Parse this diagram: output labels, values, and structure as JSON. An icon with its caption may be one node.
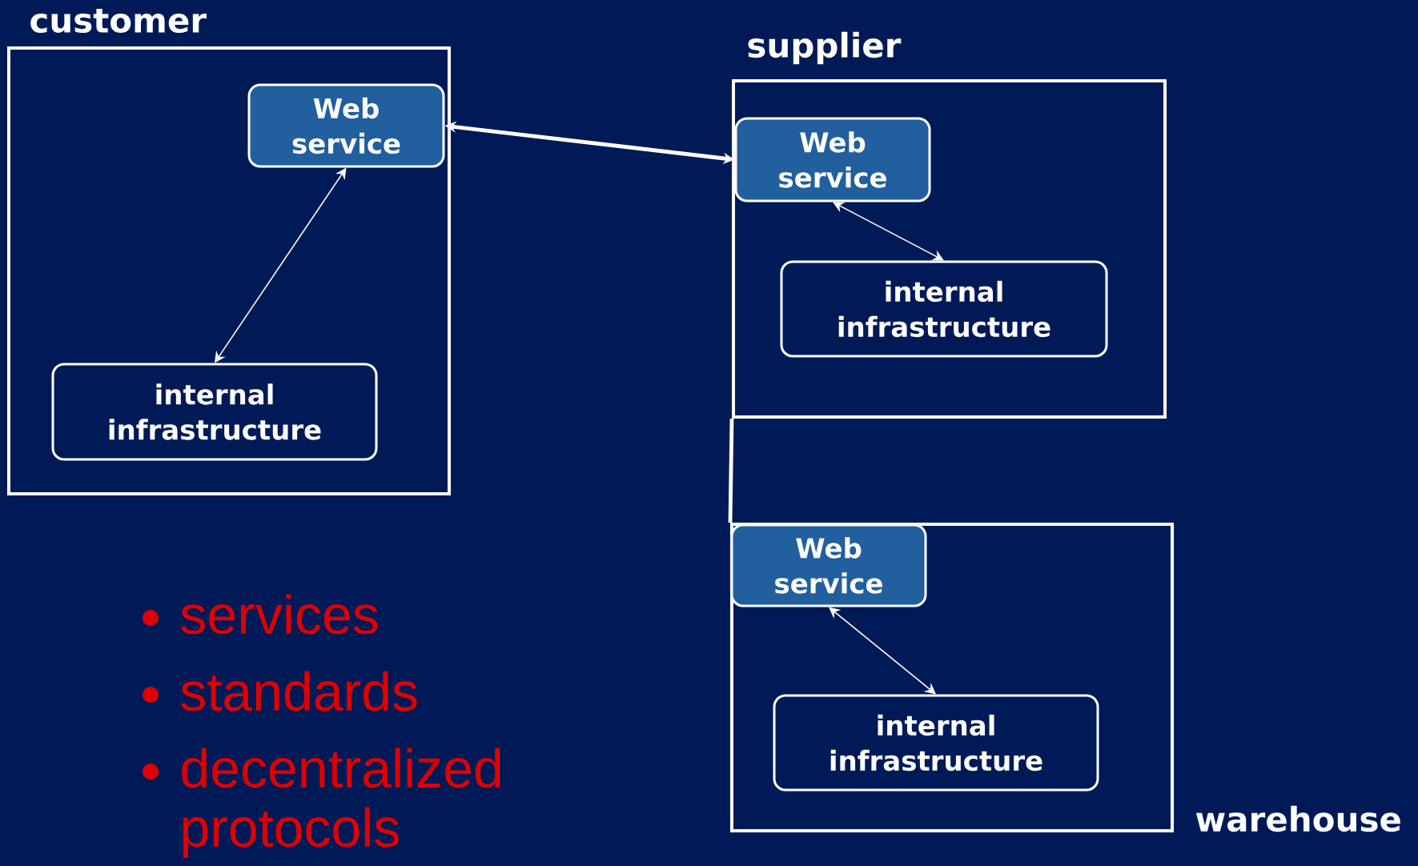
{
  "diagram": {
    "nodes": [
      {
        "text": [
          "customer"
        ]
      },
      {
        "text": [
          "Web service"
        ],
        "in": 0
      },
      {
        "text": [
          "internal infrastructure"
        ],
        "in": 0
      },
      {
        "text": [
          "supplier"
        ]
      },
      {
        "text": [
          "Web service"
        ],
        "in": 3
      },
      {
        "text": [
          "internal infrastructure"
        ],
        "in": 3
      },
      {
        "text": [
          "warehouse"
        ]
      },
      {
        "text": [
          "Web service"
        ],
        "in": 6
      },
      {
        "text": [
          "internal infrastructure"
        ],
        "in": 6
      }
    ],
    "edges": [
      {
        "from": 1,
        "to": 4,
        "arrow": "both",
        "style": "thick"
      },
      {
        "from": 1,
        "to": 2,
        "arrow": "both"
      },
      {
        "from": 4,
        "to": 5,
        "arrow": "both"
      },
      {
        "from": 3,
        "to": 6,
        "arrow": "none",
        "style": "thick"
      },
      {
        "from": 7,
        "to": 8,
        "arrow": "both"
      }
    ],
    "labels": [
      "services",
      "standards",
      "decentralized protocols"
    ]
  }
}
